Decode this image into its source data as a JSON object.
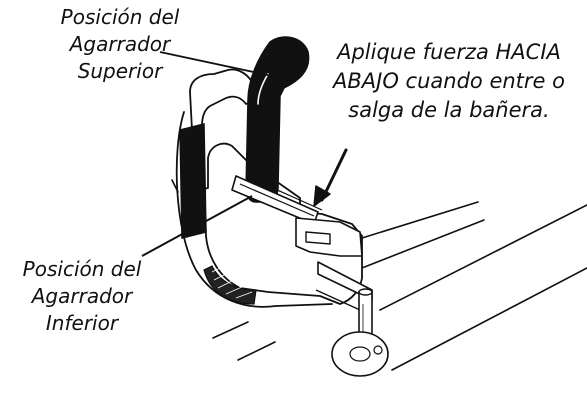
{
  "labels": {
    "upper_grip": [
      "Posición del",
      "Agarrador",
      "Superior"
    ],
    "force_note": [
      "Aplique fuerza HACIA",
      "ABAJO cuando entre o",
      "salga de la bañera."
    ],
    "lower_grip": [
      "Posición del",
      "Agarrador",
      "Inferior"
    ]
  },
  "colors": {
    "ink": "#111111",
    "background": "#ffffff"
  }
}
